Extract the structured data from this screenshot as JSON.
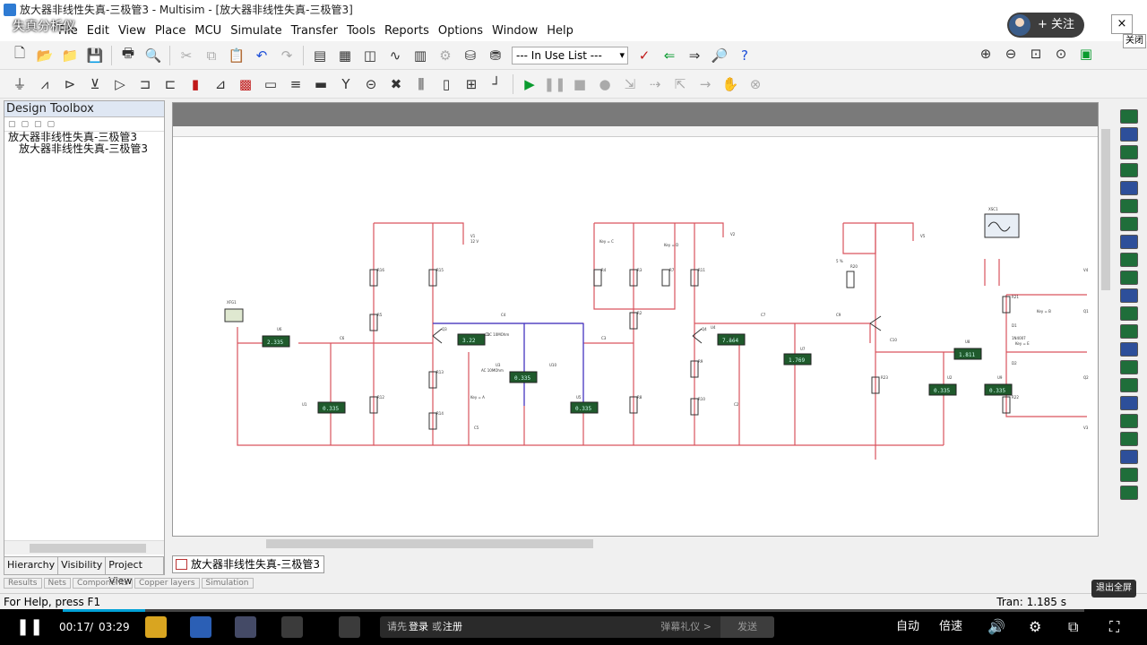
{
  "window": {
    "title": "放大器非线性失真-三极管3 - Multisim - [放大器非线性失真-三极管3]"
  },
  "menu": [
    "File",
    "Edit",
    "View",
    "Place",
    "MCU",
    "Simulate",
    "Transfer",
    "Tools",
    "Reports",
    "Options",
    "Window",
    "Help"
  ],
  "toolbar": {
    "in_use_list": "--- In Use List ---"
  },
  "toolbox": {
    "title": "Design Toolbox",
    "tree": [
      "放大器非线性失真-三极管3",
      "放大器非线性失真-三极管3"
    ],
    "tabs": [
      "Hierarchy",
      "Visibility",
      "Project View"
    ]
  },
  "document_tab": "放大器非线性失真-三极管3",
  "bottom_tabs": [
    "Results",
    "Nets",
    "Components",
    "Copper layers",
    "Simulation"
  ],
  "status": {
    "help": "For Help, press F1",
    "tran": "Tran: 1.185 s"
  },
  "schematic": {
    "labels": [
      "R16",
      "R5",
      "R12",
      "R13",
      "R14",
      "R15",
      "C4",
      "C3",
      "C6",
      "C1",
      "C5",
      "R2",
      "R3",
      "R4",
      "R7",
      "R8",
      "R9",
      "R10",
      "R11",
      "C2",
      "C7",
      "C8",
      "C9",
      "C10",
      "R20",
      "R21",
      "R22",
      "R23",
      "D1",
      "D2",
      "Q1",
      "Q2",
      "Q3",
      "Q4",
      "V1",
      "V2",
      "V3",
      "V4",
      "V5",
      "U1",
      "U2",
      "U3",
      "U4",
      "U5",
      "U6",
      "U7",
      "U8",
      "U9",
      "U10",
      "XFG1",
      "XSC1",
      "12 V",
      "Key = A",
      "Key = B",
      "Key = C",
      "Key = D",
      "Key = E",
      "AC  10MOhm",
      "DC  10MOhm",
      "1N4007",
      "5 %"
    ],
    "meter_values": [
      "2.335",
      "3.22",
      "0.335",
      "0.335",
      "7.864",
      "1.769",
      "0.335",
      "0.335",
      "1.811",
      "0.335"
    ]
  },
  "overlay": {
    "video_title": "失真分析仪",
    "follow": "关注",
    "close": "×",
    "close_label": "关闭",
    "exit_fullscreen": "退出全屏"
  },
  "player": {
    "current_time": "00:17",
    "sep": "/",
    "total_time": "03:29",
    "progress": 0.081,
    "danmaku_prompt": "请先",
    "danmaku_login": "登录",
    "danmaku_or": "或",
    "danmaku_register": "注册",
    "danmaku_etiquette": "弹幕礼仪 >",
    "send": "发送",
    "auto": "自动",
    "speed": "倍速"
  },
  "colors": {
    "wire_red": "#d9535e",
    "wire_blue": "#3b3bd0",
    "meter_bg": "#1f5a2c",
    "accent": "#00a1d6"
  }
}
